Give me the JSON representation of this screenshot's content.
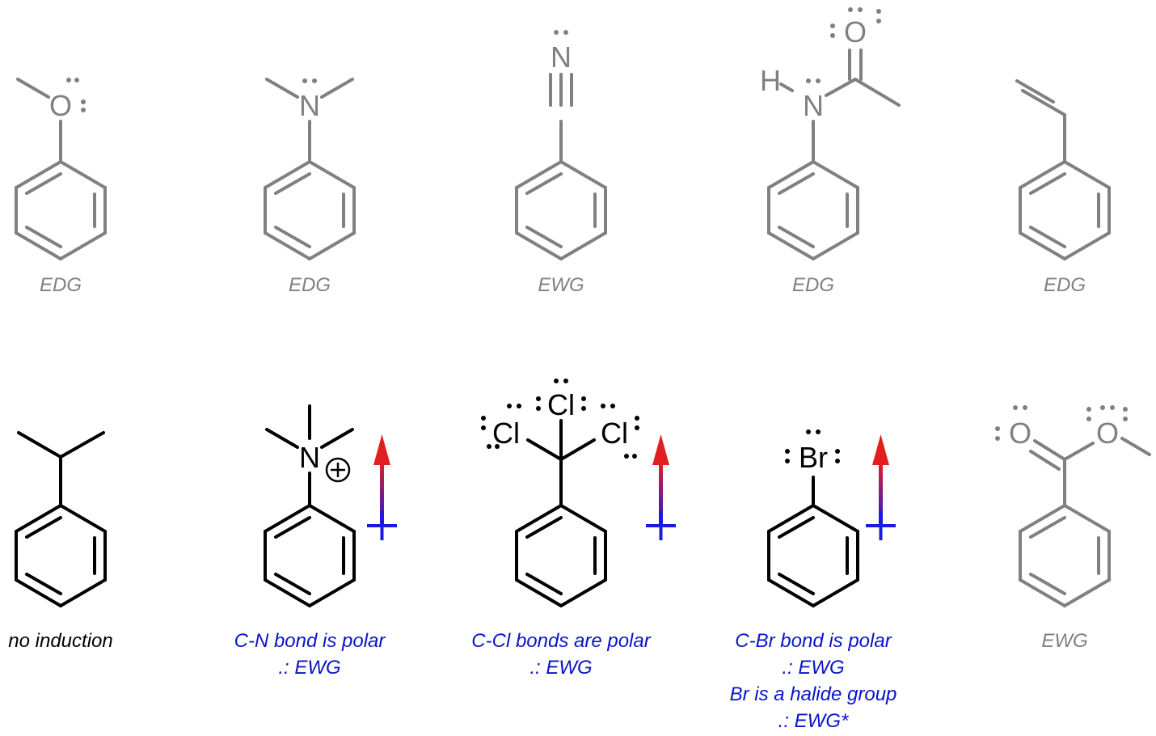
{
  "colors": {
    "dim": "#808080",
    "active": "#000000",
    "note": "#0a14c8",
    "arrow_head": "#e02020"
  },
  "atoms": {
    "O": "O",
    "N": "N",
    "H": "H",
    "Cl": "Cl",
    "Br": "Br",
    "plus": "+"
  },
  "top_row": [
    {
      "label": "EDG"
    },
    {
      "label": "EDG"
    },
    {
      "label": "EWG"
    },
    {
      "label": "EDG"
    },
    {
      "label": "EDG"
    }
  ],
  "bottom_row": [
    {
      "lines": [
        "no induction"
      ]
    },
    {
      "lines": [
        "C-N bond is polar",
        ".: EWG"
      ]
    },
    {
      "lines": [
        "C-Cl bonds are polar",
        ".: EWG"
      ]
    },
    {
      "lines": [
        "C-Br bond is polar",
        ".: EWG",
        "Br is a halide group",
        ".: EWG*"
      ]
    },
    {
      "lines": [
        "EWG"
      ]
    }
  ]
}
